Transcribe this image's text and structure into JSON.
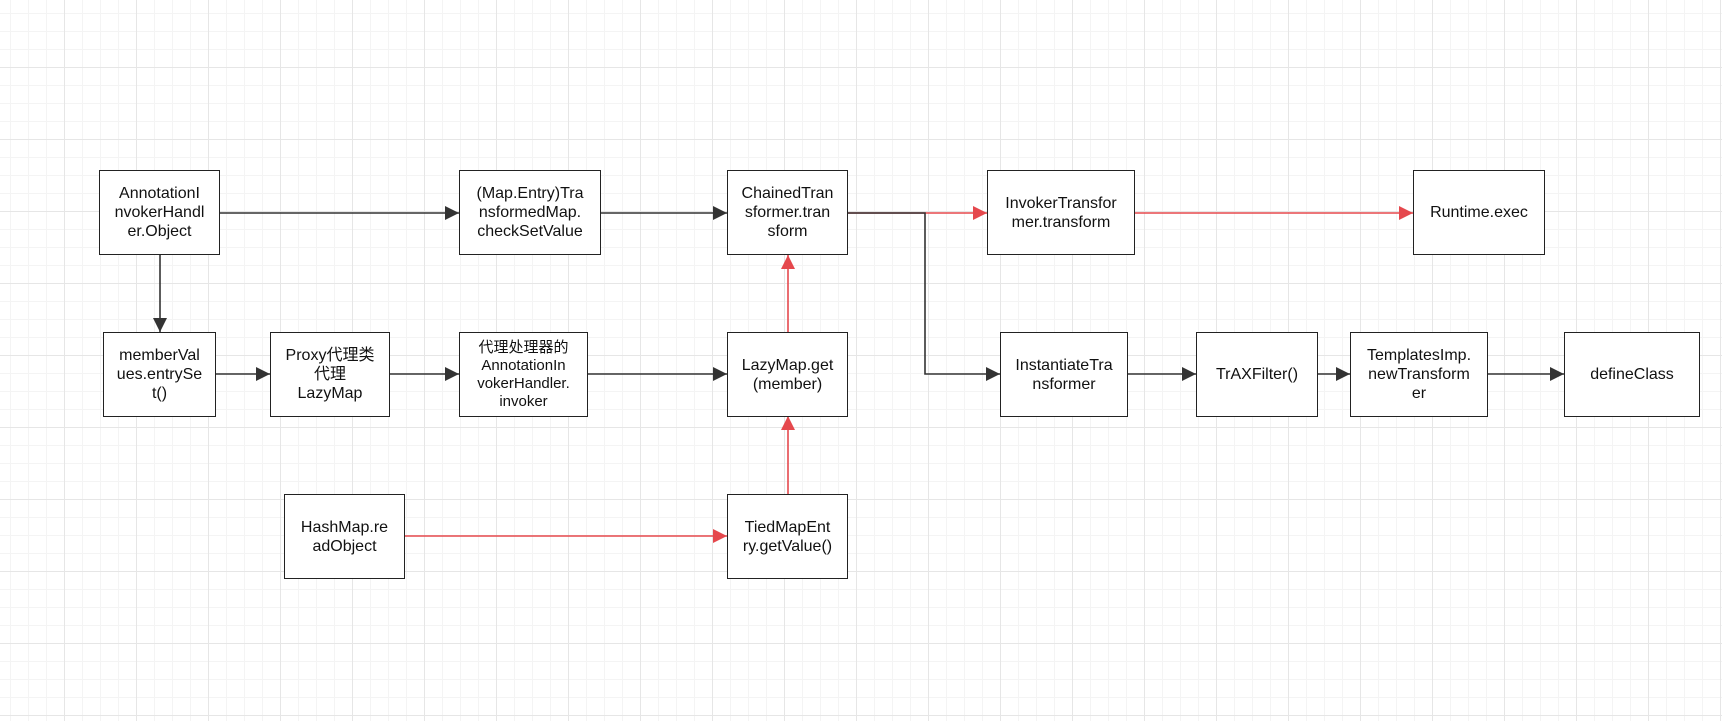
{
  "colors": {
    "black_edge": "#333333",
    "red_edge": "#e5484d",
    "node_border": "#222222",
    "text": "#111111"
  },
  "nodes": {
    "annotation_invoker": {
      "label": "AnnotationI\nnvokerHandl\ner.Object"
    },
    "map_entry_check": {
      "label": "(Map.Entry)Tra\nnsformedMap.\ncheckSetValue"
    },
    "chained_transformer": {
      "label": "ChainedTran\nsformer.tran\nsform"
    },
    "invoker_transformer": {
      "label": "InvokerTransfor\nmer.transform"
    },
    "runtime_exec": {
      "label": "Runtime.exec"
    },
    "member_values": {
      "label": "memberVal\nues.entrySe\nt()"
    },
    "proxy_lazymap": {
      "label": "Proxy代理类\n代理\nLazyMap"
    },
    "proxy_handler": {
      "label": "代理处理器的\nAnnotationIn\nvokerHandler.\ninvoker"
    },
    "lazymap_get": {
      "label": "LazyMap.get\n(member)"
    },
    "instantiate_transformer": {
      "label": "InstantiateTra\nnsformer"
    },
    "trax_filter": {
      "label": "TrAXFilter()"
    },
    "templates_imp": {
      "label": "TemplatesImp.\nnewTransform\ner"
    },
    "define_class": {
      "label": "defineClass"
    },
    "hashmap_readobject": {
      "label": "HashMap.re\nadObject"
    },
    "tied_map_entry": {
      "label": "TiedMapEnt\nry.getValue()"
    }
  },
  "edges": [
    {
      "from": "annotation_invoker",
      "to": "map_entry_check",
      "color": "black"
    },
    {
      "from": "map_entry_check",
      "to": "chained_transformer",
      "color": "black"
    },
    {
      "from": "chained_transformer",
      "to": "invoker_transformer",
      "color": "red"
    },
    {
      "from": "invoker_transformer",
      "to": "runtime_exec",
      "color": "red"
    },
    {
      "from": "annotation_invoker",
      "to": "member_values",
      "color": "black"
    },
    {
      "from": "member_values",
      "to": "proxy_lazymap",
      "color": "black"
    },
    {
      "from": "proxy_lazymap",
      "to": "proxy_handler",
      "color": "black"
    },
    {
      "from": "proxy_handler",
      "to": "lazymap_get",
      "color": "black"
    },
    {
      "from": "lazymap_get",
      "to": "chained_transformer",
      "color": "red"
    },
    {
      "from": "chained_transformer",
      "to": "instantiate_transformer",
      "color": "black"
    },
    {
      "from": "instantiate_transformer",
      "to": "trax_filter",
      "color": "black"
    },
    {
      "from": "trax_filter",
      "to": "templates_imp",
      "color": "black"
    },
    {
      "from": "templates_imp",
      "to": "define_class",
      "color": "black"
    },
    {
      "from": "hashmap_readobject",
      "to": "tied_map_entry",
      "color": "red"
    },
    {
      "from": "tied_map_entry",
      "to": "lazymap_get",
      "color": "red"
    }
  ]
}
